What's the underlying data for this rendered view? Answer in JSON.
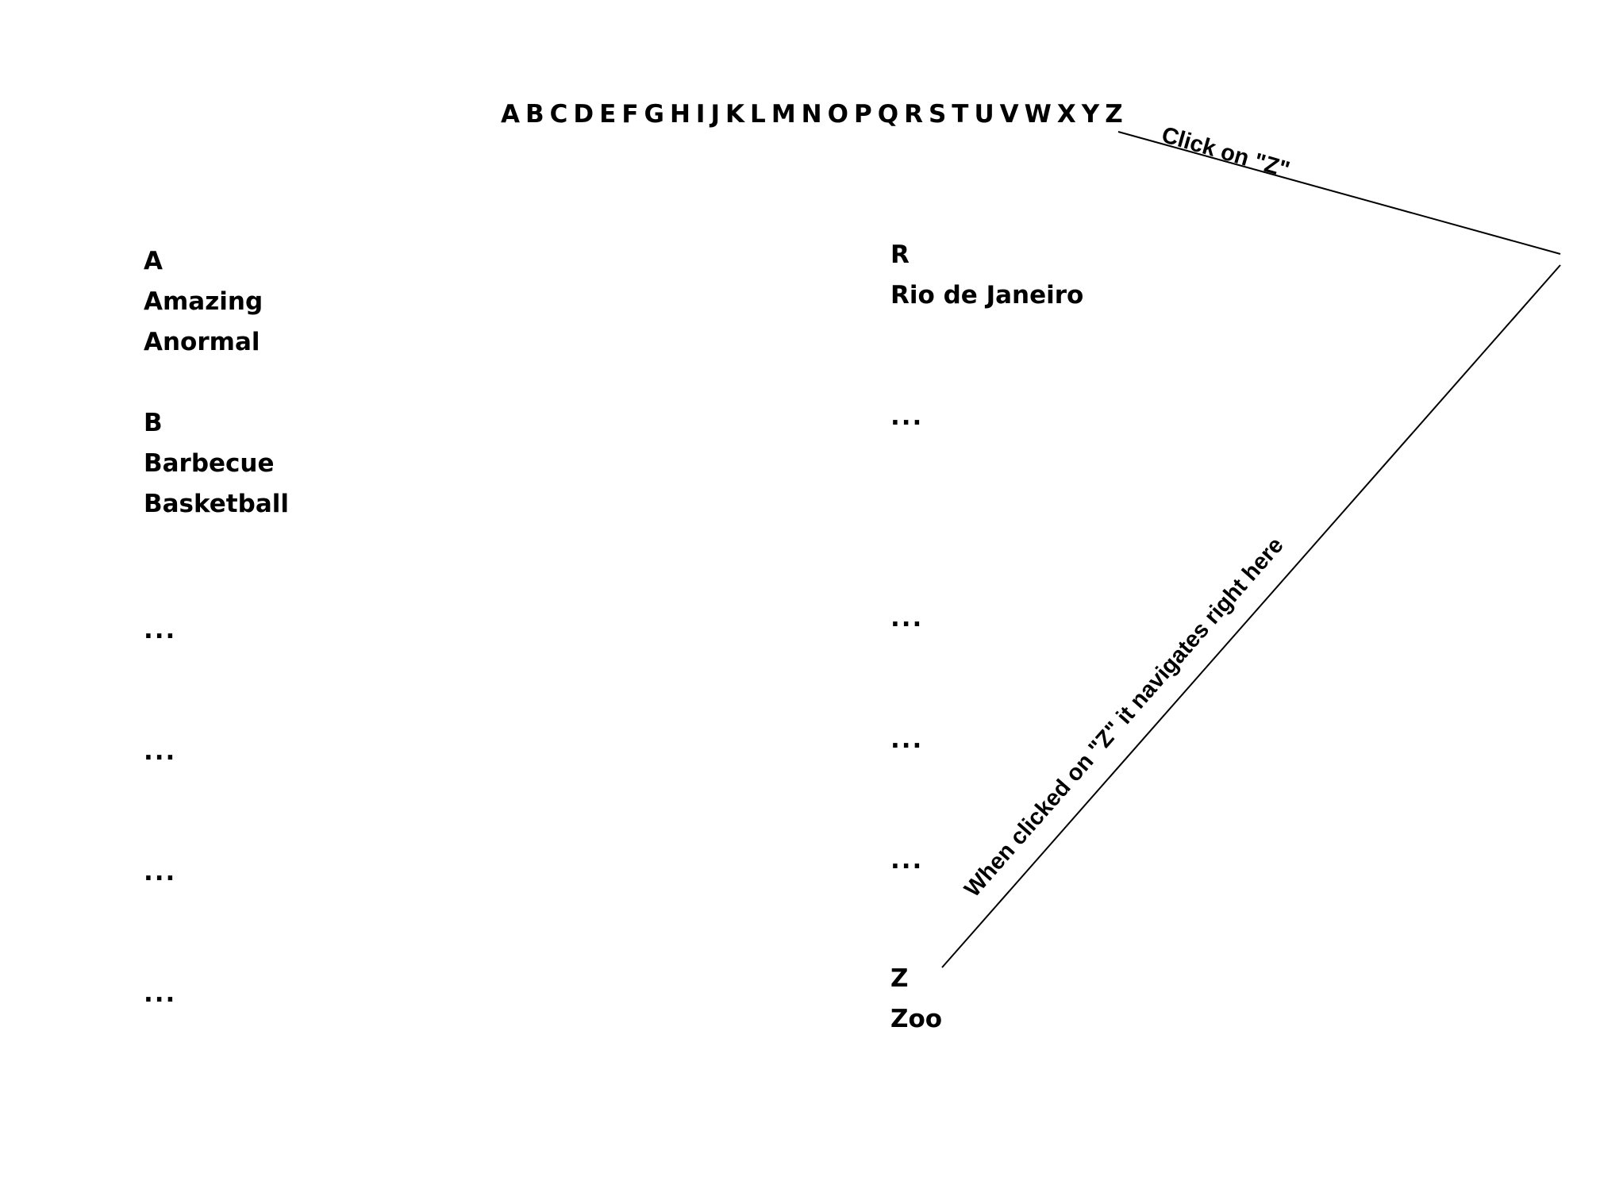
{
  "alphabet": [
    "A",
    "B",
    "C",
    "D",
    "E",
    "F",
    "G",
    "H",
    "I",
    "J",
    "K",
    "L",
    "M",
    "N",
    "O",
    "P",
    "Q",
    "R",
    "S",
    "T",
    "U",
    "V",
    "W",
    "X",
    "Y",
    "Z"
  ],
  "left_column": {
    "group_a": {
      "letter": "A",
      "words": [
        "Amazing",
        "Anormal"
      ]
    },
    "group_b": {
      "letter": "B",
      "words": [
        "Barbecue",
        "Basketball"
      ]
    },
    "ellipses": [
      "...",
      "...",
      "...",
      "..."
    ]
  },
  "right_column": {
    "group_r": {
      "letter": "R",
      "words": [
        "Rio de Janeiro"
      ]
    },
    "ellipses": [
      "...",
      "...",
      "...",
      "..."
    ],
    "group_z": {
      "letter": "Z",
      "words": [
        "Zoo"
      ]
    }
  },
  "annotations": {
    "click_label": "Click on \"Z\"",
    "navigate_label": "When clicked on \"Z\" it navigates right here"
  }
}
